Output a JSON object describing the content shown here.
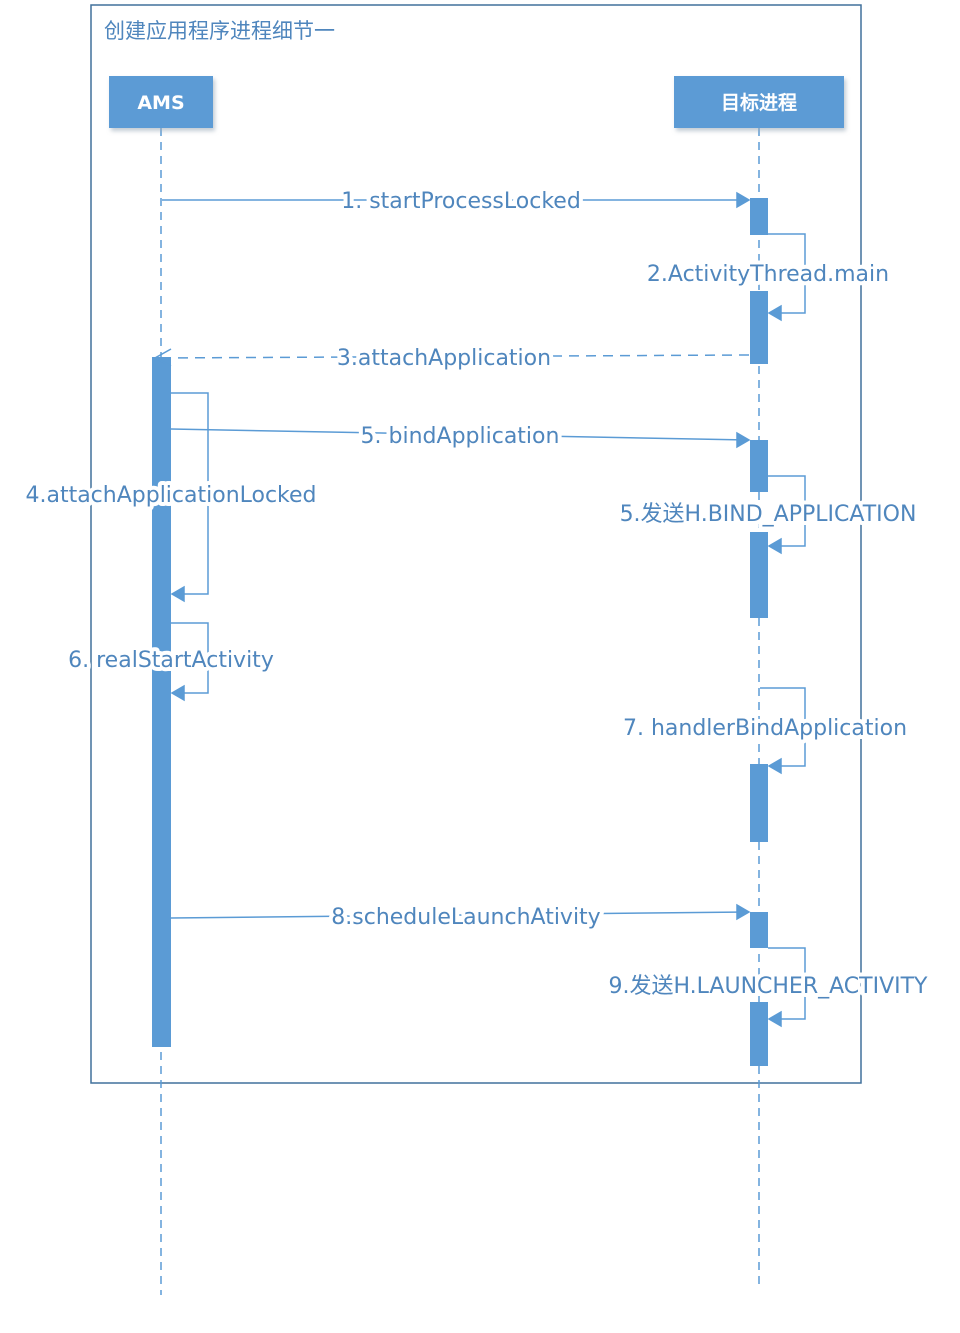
{
  "frame": {
    "title": "创建应用程序进程细节一"
  },
  "lifelines": [
    {
      "id": "ams",
      "label": "AMS"
    },
    {
      "id": "target",
      "label": "目标进程"
    }
  ],
  "messages": [
    {
      "id": "m1",
      "label": "1. startProcessLocked"
    },
    {
      "id": "m2",
      "label": "2.ActivityThread.main"
    },
    {
      "id": "m3",
      "label": "3.attachApplication"
    },
    {
      "id": "m4",
      "label": "4.attachApplicationLocked"
    },
    {
      "id": "m5a",
      "label": "5. bindApplication"
    },
    {
      "id": "m5b",
      "label": "5.发送H.BIND_APPLICATION"
    },
    {
      "id": "m6",
      "label": "6. realStartActivity"
    },
    {
      "id": "m7",
      "label": "7. handlerBindApplication"
    },
    {
      "id": "m8",
      "label": "8.scheduleLaunchAtivity"
    },
    {
      "id": "m9",
      "label": "9.发送H.LAUNCHER_ACTIVITY"
    }
  ],
  "colors": {
    "line": "#5b9bd5",
    "header_fill": "#5b9bd5",
    "frame_border": "#41719c",
    "text": "#4f86bd",
    "header_text": "#ffffff"
  }
}
